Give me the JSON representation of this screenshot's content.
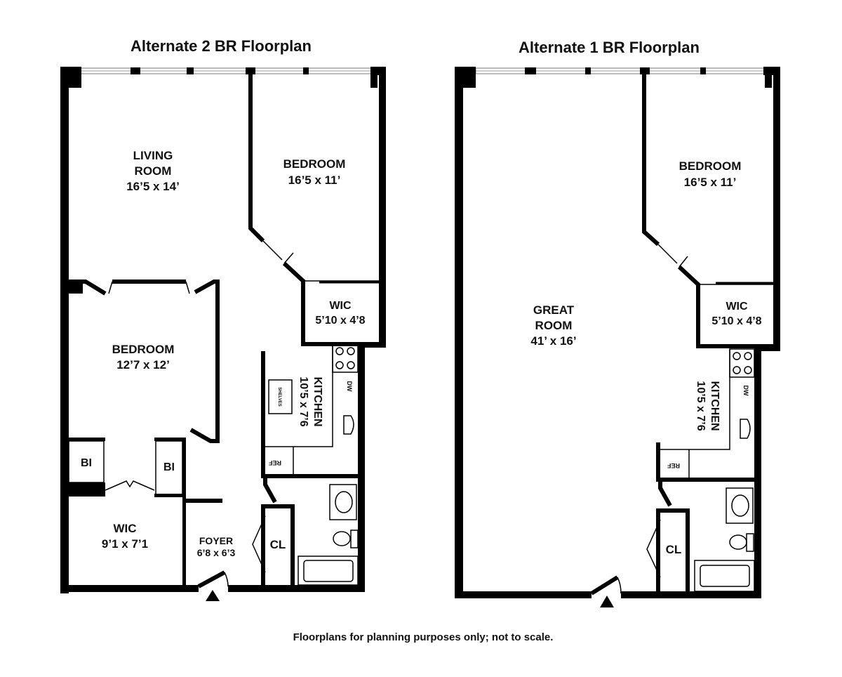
{
  "plans": [
    {
      "title": "Alternate 2 BR Floorplan",
      "rooms": {
        "living": {
          "name_line1": "LIVING",
          "name_line2": "ROOM",
          "size": "16’5 x 14’"
        },
        "bedroom_a": {
          "name": "BEDROOM",
          "size": "16’5 x 11’"
        },
        "wic_a": {
          "name": "WIC",
          "size": "5’10 x 4’8"
        },
        "bedroom_b": {
          "name": "BEDROOM",
          "size": "12’7 x 12’"
        },
        "kitchen": {
          "name": "KITCHEN",
          "size": "10’5 x 7’6"
        },
        "bi_left": "BI",
        "bi_right": "BI",
        "wic_b": {
          "name": "WIC",
          "size": "9’1 x 7’1"
        },
        "foyer": {
          "name": "FOYER",
          "size": "6’8 x 6’3"
        },
        "closet": "CL",
        "shelves": "SHELVES",
        "dw": "DW",
        "ref": "REF"
      }
    },
    {
      "title": "Alternate 1 BR Floorplan",
      "rooms": {
        "great": {
          "name_line1": "GREAT",
          "name_line2": "ROOM",
          "size": "41’ x 16’"
        },
        "bedroom": {
          "name": "BEDROOM",
          "size": "16’5 x 11’"
        },
        "wic": {
          "name": "WIC",
          "size": "5’10 x 4’8"
        },
        "kitchen": {
          "name": "KITCHEN",
          "size": "10’5 x 7’6"
        },
        "closet": "CL",
        "dw": "DW",
        "ref": "REF"
      }
    }
  ],
  "footnote": "Floorplans for planning purposes only; not to scale."
}
